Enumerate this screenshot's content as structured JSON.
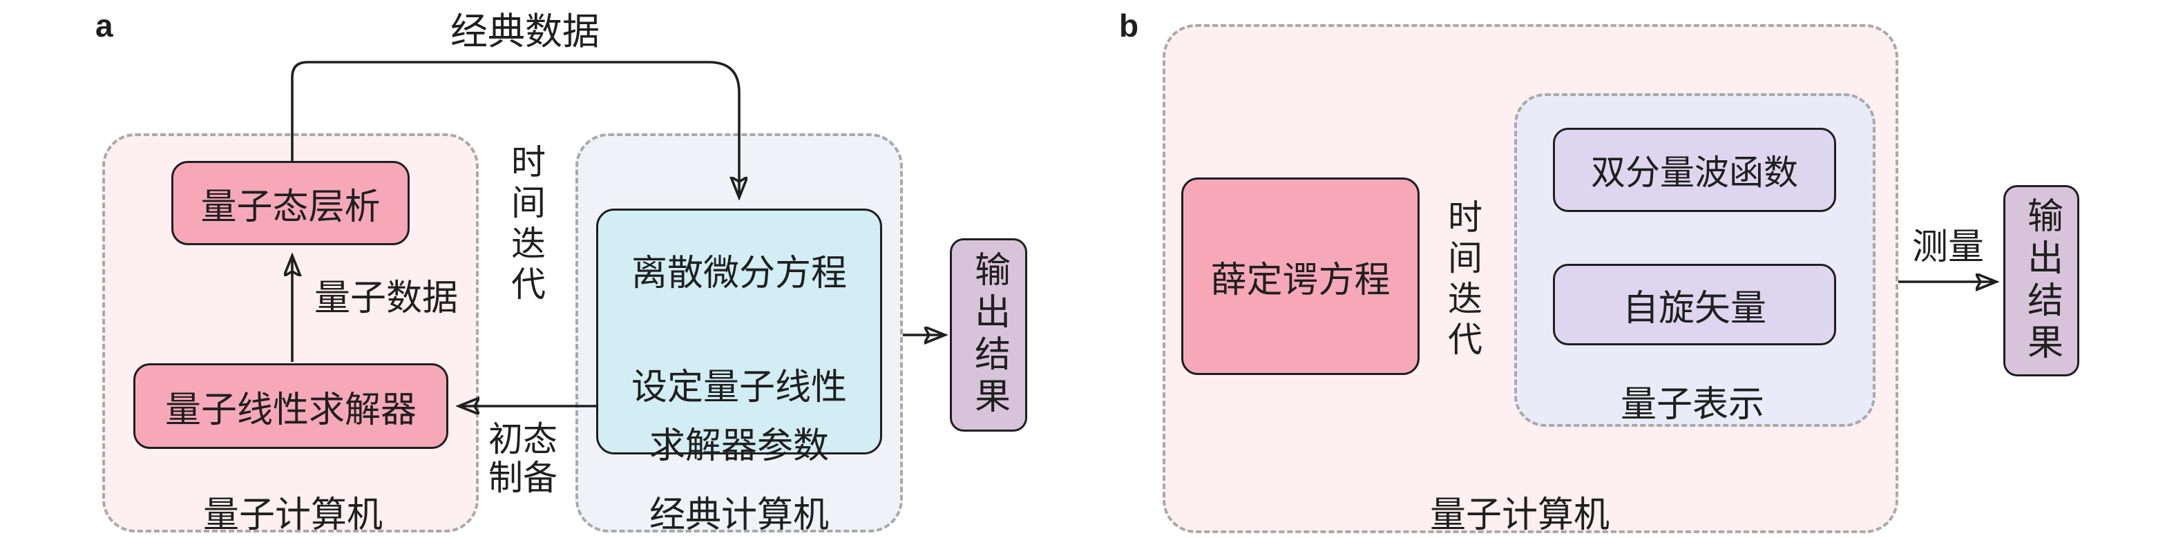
{
  "panel_a": {
    "label": "a",
    "flow_labels": {
      "classical_data": "经典数据",
      "quantum_data": "量子数据",
      "time_iteration": "时间迭代",
      "initial_state_line1": "初态",
      "initial_state_line2": "制备"
    },
    "quantum_computer": {
      "title": "量子计算机",
      "tomography_box": "量子态层析",
      "solver_box": "量子线性求解器"
    },
    "classical_computer": {
      "title": "经典计算机",
      "box_line1": "离散微分方程",
      "box_line2": "设定量子线性",
      "box_line3": "求解器参数"
    },
    "output_box": "输出结果"
  },
  "panel_b": {
    "label": "b",
    "flow_labels": {
      "time_iteration": "时间迭代",
      "measurement": "测量"
    },
    "quantum_computer": {
      "title": "量子计算机",
      "schrodinger_box": "薛定谔方程",
      "quantum_representation": {
        "title": "量子表示",
        "wavefunction_box": "双分量波函数",
        "spin_vector_box": "自旋矢量"
      }
    },
    "output_box": "输出结果"
  },
  "colors": {
    "box-pink": "#f6a8b9",
    "panel-pink": "#fdeff2",
    "panel-blue": "#f0f2f8",
    "box-cyan": "#d2edf3",
    "panel-lav": "#eaeaf8",
    "box-purple": "#ded6ef",
    "box-mauve": "#d8c4da",
    "line": "#1f1f1f",
    "dash": "#a9a9a9"
  }
}
